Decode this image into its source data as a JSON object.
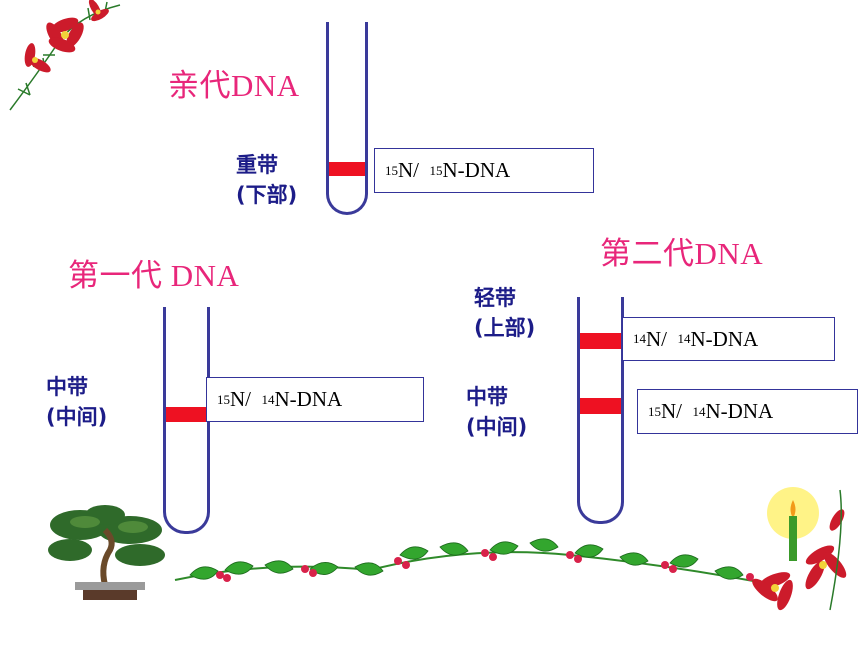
{
  "parent": {
    "title": "亲代DNA",
    "band_label_line1": "重带",
    "band_label_line2": "(下部)",
    "box": {
      "isotope_a": "15",
      "n_a": "N/",
      "isotope_b": "15",
      "n_b": "N-DNA"
    }
  },
  "gen1": {
    "title": "第一代 DNA",
    "band_label_line1": "中带",
    "band_label_line2": "(中间)",
    "box": {
      "isotope_a": "15",
      "n_a": "N/",
      "isotope_b": "14",
      "n_b": "N-DNA"
    }
  },
  "gen2": {
    "title": "第二代DNA",
    "light_label_line1": "轻带",
    "light_label_line2": "(上部)",
    "light_box": {
      "isotope_a": "14",
      "n_a": "N/",
      "isotope_b": "14",
      "n_b": "N-DNA"
    },
    "mid_label_line1": "中带",
    "mid_label_line2": "(中间)",
    "mid_box": {
      "isotope_a": "15",
      "n_a": "N/",
      "isotope_b": "14",
      "n_b": "N-DNA"
    }
  },
  "colors": {
    "title": "#e8267a",
    "label": "#1c1c88",
    "band": "#ee1122",
    "outline": "#3a3a9a"
  },
  "decorations": [
    "poinsettia-corner-icon",
    "bonsai-tree-icon",
    "holly-garland-icon",
    "candle-poinsettia-icon"
  ]
}
